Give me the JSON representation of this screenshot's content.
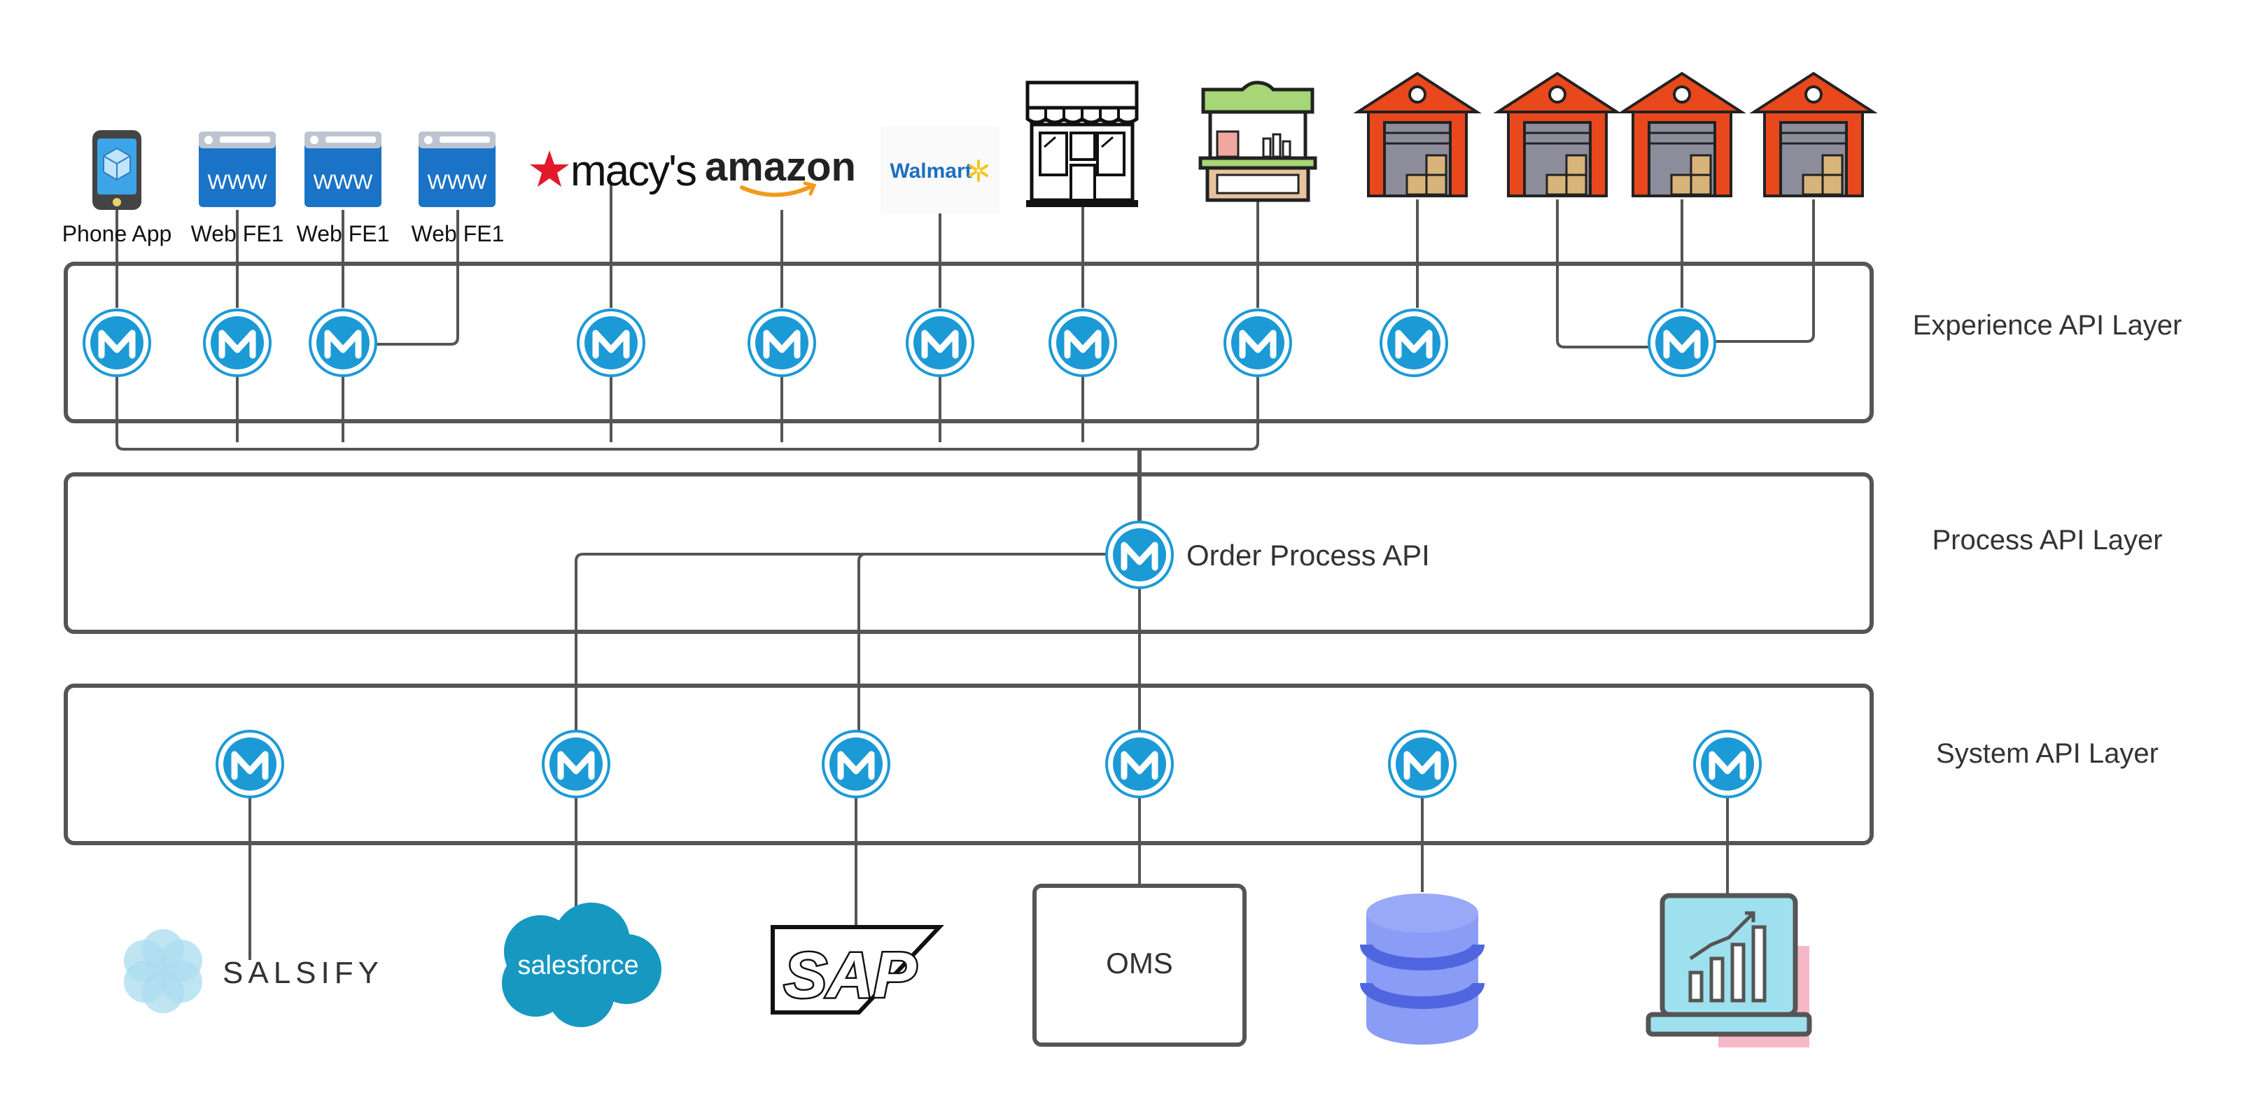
{
  "layers": {
    "experience": "Experience API Layer",
    "process": "Process API Layer",
    "system": "System API Layer"
  },
  "channels": {
    "phone_app": "Phone App",
    "web_fe_1": "Web FE1",
    "web_fe_2": "Web FE1",
    "web_fe_3": "Web FE1",
    "www_text": "WWW"
  },
  "partner_logos": {
    "macys": "macy's",
    "amazon": "amazon",
    "walmart": "Walmart"
  },
  "process_api": {
    "label": "Order Process API"
  },
  "backend_systems": {
    "salsify": "SALSIFY",
    "salesforce": "salesforce",
    "sap": "SAP",
    "oms": "OMS"
  },
  "icons": {
    "mulesoft": "mulesoft-icon",
    "phone": "phone-app-icon",
    "web": "web-browser-icon",
    "storefront": "storefront-icon",
    "kiosk": "kiosk-icon",
    "warehouse": "warehouse-icon",
    "database": "database-icon",
    "analytics": "analytics-laptop-icon"
  },
  "colors": {
    "mulesoft_blue": "#1c9ad6",
    "layer_border": "#555555",
    "warehouse_red": "#e8481c",
    "web_blue": "#1a73c6",
    "salesforce_blue": "#1798c1",
    "database_blue": "#7b8ff0"
  }
}
